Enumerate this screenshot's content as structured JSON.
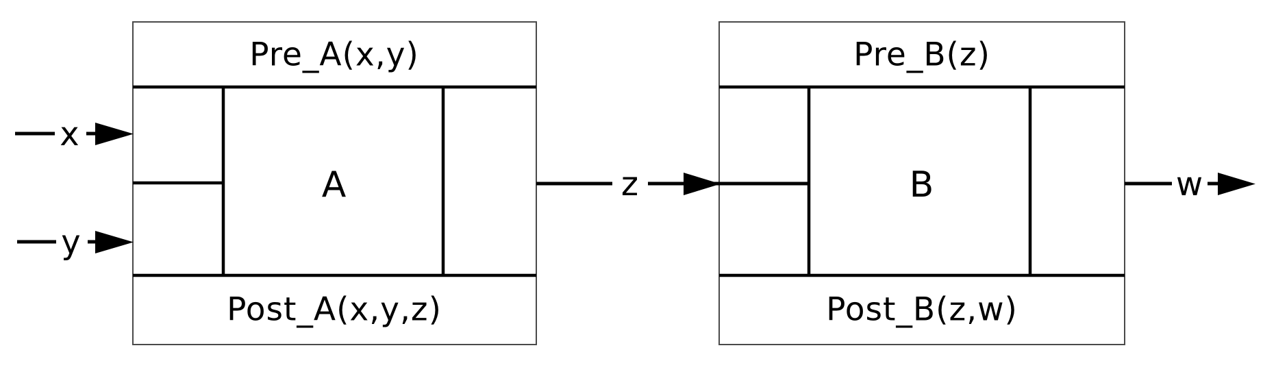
{
  "diagram": {
    "background_color": "#ffffff",
    "line_color": "#000000",
    "blocks": [
      {
        "precondition": "Pre_A(x,y)",
        "label": "A",
        "postcondition": "Post_A(x,y,z)"
      },
      {
        "precondition": "Pre_B(z)",
        "label": "B",
        "postcondition": "Post_B(z,w)"
      }
    ],
    "signals": [
      {
        "label": "x"
      },
      {
        "label": "y"
      },
      {
        "label": "z"
      },
      {
        "label": "w"
      }
    ]
  }
}
